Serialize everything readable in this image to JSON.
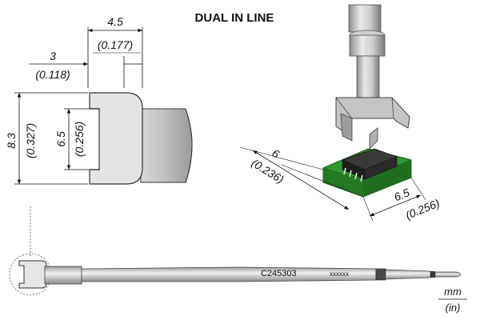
{
  "title": "DUAL IN LINE",
  "dimensions": {
    "width_tip": {
      "mm": "4.5",
      "in": "(0.177)"
    },
    "gap": {
      "mm": "3",
      "in": "(0.118)"
    },
    "outer_height": {
      "mm": "8.3",
      "in": "(0.327)"
    },
    "inner_height": {
      "mm": "6.5",
      "in": "(0.256)"
    },
    "chip_length": {
      "mm": "6",
      "in": "(0.236)"
    },
    "chip_width": {
      "mm": "6.5",
      "in": "(0.256)"
    }
  },
  "part_number": "C245303",
  "serial_mark": "xxxxxx",
  "units": {
    "top": "mm",
    "bottom": "(in)"
  },
  "colors": {
    "pcb": "#2e9a2e",
    "chip": "#2a2a2a",
    "metal": "#c8c8c8"
  }
}
